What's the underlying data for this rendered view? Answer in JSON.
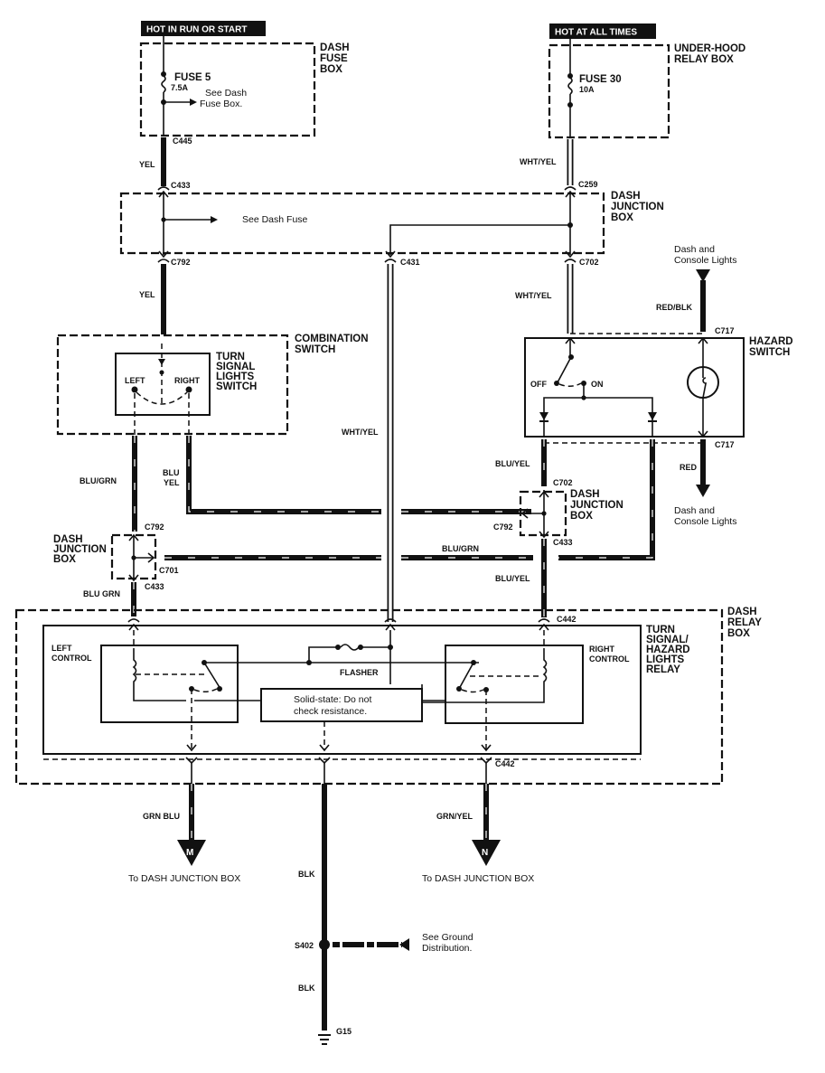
{
  "title": "Turn Signal / Hazard Lights Wiring Diagram",
  "power_sources": {
    "left_label": "HOT IN RUN OR START",
    "right_label": "HOT AT ALL TIMES"
  },
  "boxes": {
    "dash_fuse_box": [
      "DASH",
      "FUSE",
      "BOX"
    ],
    "under_hood_relay_box": [
      "UNDER-HOOD",
      "RELAY BOX"
    ],
    "dash_junction_box_top": [
      "DASH",
      "JUNCTION",
      "BOX"
    ],
    "combination_switch": [
      "COMBINATION",
      "SWITCH"
    ],
    "turn_signal_lights_switch": [
      "TURN",
      "SIGNAL",
      "LIGHTS",
      "SWITCH"
    ],
    "hazard_switch": [
      "HAZARD",
      "SWITCH"
    ],
    "dash_junction_box_right": [
      "DASH",
      "JUNCTION",
      "BOX"
    ],
    "dash_junction_box_left": [
      "DASH",
      "JUNCTION",
      "BOX"
    ],
    "dash_relay_box": [
      "DASH",
      "RELAY",
      "BOX"
    ],
    "turn_signal_hazard_relay": [
      "TURN",
      "SIGNAL/",
      "HAZARD",
      "LIGHTS",
      "RELAY"
    ]
  },
  "fuses": {
    "fuse5": {
      "name": "FUSE 5",
      "rating": "7.5A"
    },
    "fuse30": {
      "name": "FUSE 30",
      "rating": "10A"
    }
  },
  "notes": {
    "see_dash_fuse_box": [
      "See Dash",
      "Fuse Box."
    ],
    "see_dash_fuse": "See Dash Fuse",
    "dash_console_lights_top": [
      "Dash and",
      "Console Lights"
    ],
    "dash_console_lights_bottom": [
      "Dash and",
      "Console Lights"
    ],
    "solid_state": [
      "Solid-state: Do not",
      "check resistance."
    ],
    "see_ground": [
      "See Ground",
      "Distribution."
    ],
    "to_djb_m": "To DASH JUNCTION BOX",
    "to_djb_n": "To DASH JUNCTION BOX"
  },
  "switch_labels": {
    "left": "LEFT",
    "right": "RIGHT",
    "off": "OFF",
    "on": "ON",
    "left_control": [
      "LEFT",
      "CONTROL"
    ],
    "right_control": [
      "RIGHT",
      "CONTROL"
    ],
    "flasher": "FLASHER"
  },
  "connectors": {
    "c445": "C445",
    "c433_top": "C433",
    "c259": "C259",
    "c792_top": "C792",
    "c431": "C431",
    "c702_top": "C702",
    "c717_top": "C717",
    "c717_bottom": "C717",
    "c702_right": "C702",
    "c792_right": "C792",
    "c433_right": "C433",
    "c792_left": "C792",
    "c701": "C701",
    "c433_left": "C433",
    "c442_top": "C442",
    "c442_bottom": "C442",
    "s402": "S402",
    "g15": "G15"
  },
  "wire_colors": {
    "yel_1": "YEL",
    "yel_2": "YEL",
    "wht_yel_1": "WHT/YEL",
    "wht_yel_2": "WHT/YEL",
    "wht_yel_mid": "WHT/YEL",
    "red_blk": "RED/BLK",
    "red": "RED",
    "blu_grn_1": "BLU/GRN",
    "blu_yel_1": [
      "BLU",
      "YEL"
    ],
    "blu_yel_2": "BLU/YEL",
    "blu_yel_3": "BLU/YEL",
    "blu_grn_2": "BLU/GRN",
    "blu_grn_3": "BLU GRN",
    "grn_blu": "GRN BLU",
    "grn_yel": "GRN/YEL",
    "blk_1": "BLK",
    "blk_2": "BLK"
  },
  "terminal_markers": {
    "m": "M",
    "n": "N"
  }
}
